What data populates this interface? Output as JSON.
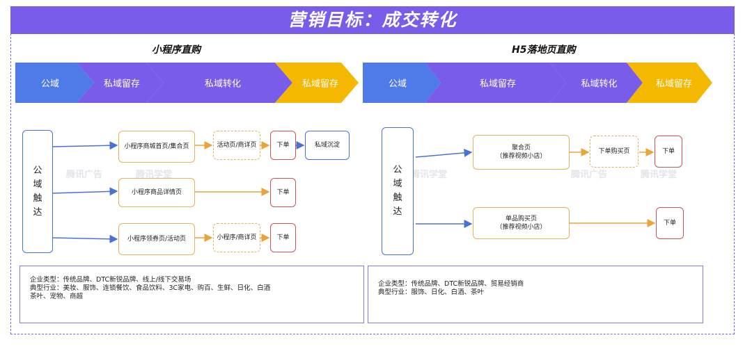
{
  "title": "营销目标：成交转化",
  "colors": {
    "banner": "#7a5ceb",
    "blue_stage": "#4f7be8",
    "purple_stage": "#7a5ceb",
    "yellow_stage": "#f5b800",
    "orange_arrow": "#e9a43a",
    "blue_arrow": "#4a72d6",
    "red_border": "#cc5353"
  },
  "left": {
    "title": "小程序直购",
    "stages": [
      "公域",
      "私域留存",
      "私域转化",
      "私域留存"
    ],
    "touch_box": "公\n域\n触\n达",
    "rows": [
      {
        "nodes": [
          "小程序商城首页/集合页",
          "活动页/商详页",
          "下单",
          "私域沉淀"
        ]
      },
      {
        "nodes": [
          "小程序商品详情页",
          "下单"
        ]
      },
      {
        "nodes": [
          "小程序领券页/活动页",
          "小程序/商详页",
          "下单"
        ]
      }
    ],
    "info": [
      "企业类型：传统品牌、DTC新锐品牌、线上/线下交易场",
      "典型行业：美妆、服饰、连锁餐饮、食品饮料、3C家电、购百、生鲜、日化、白酒",
      "茶叶、宠物、商超"
    ]
  },
  "right": {
    "title": "H5落地页直购",
    "stages": [
      "公域",
      "私域留存",
      "私域转化",
      "私域留存"
    ],
    "touch_box": "公\n域\n触\n达",
    "rows": [
      {
        "nodes": [
          "聚合页",
          "（推荐视频小店）",
          "下单购买页",
          "下单"
        ]
      },
      {
        "nodes": [
          "单品购买页",
          "（推荐视频小店）",
          "下单"
        ]
      }
    ],
    "info": [
      "企业类型：传统品牌、DTC新锐品牌、贸易经销商",
      "典型行业：服饰、日化、白酒、茶叶"
    ]
  },
  "watermarks": [
    "腾讯广告",
    "腾讯学堂"
  ]
}
